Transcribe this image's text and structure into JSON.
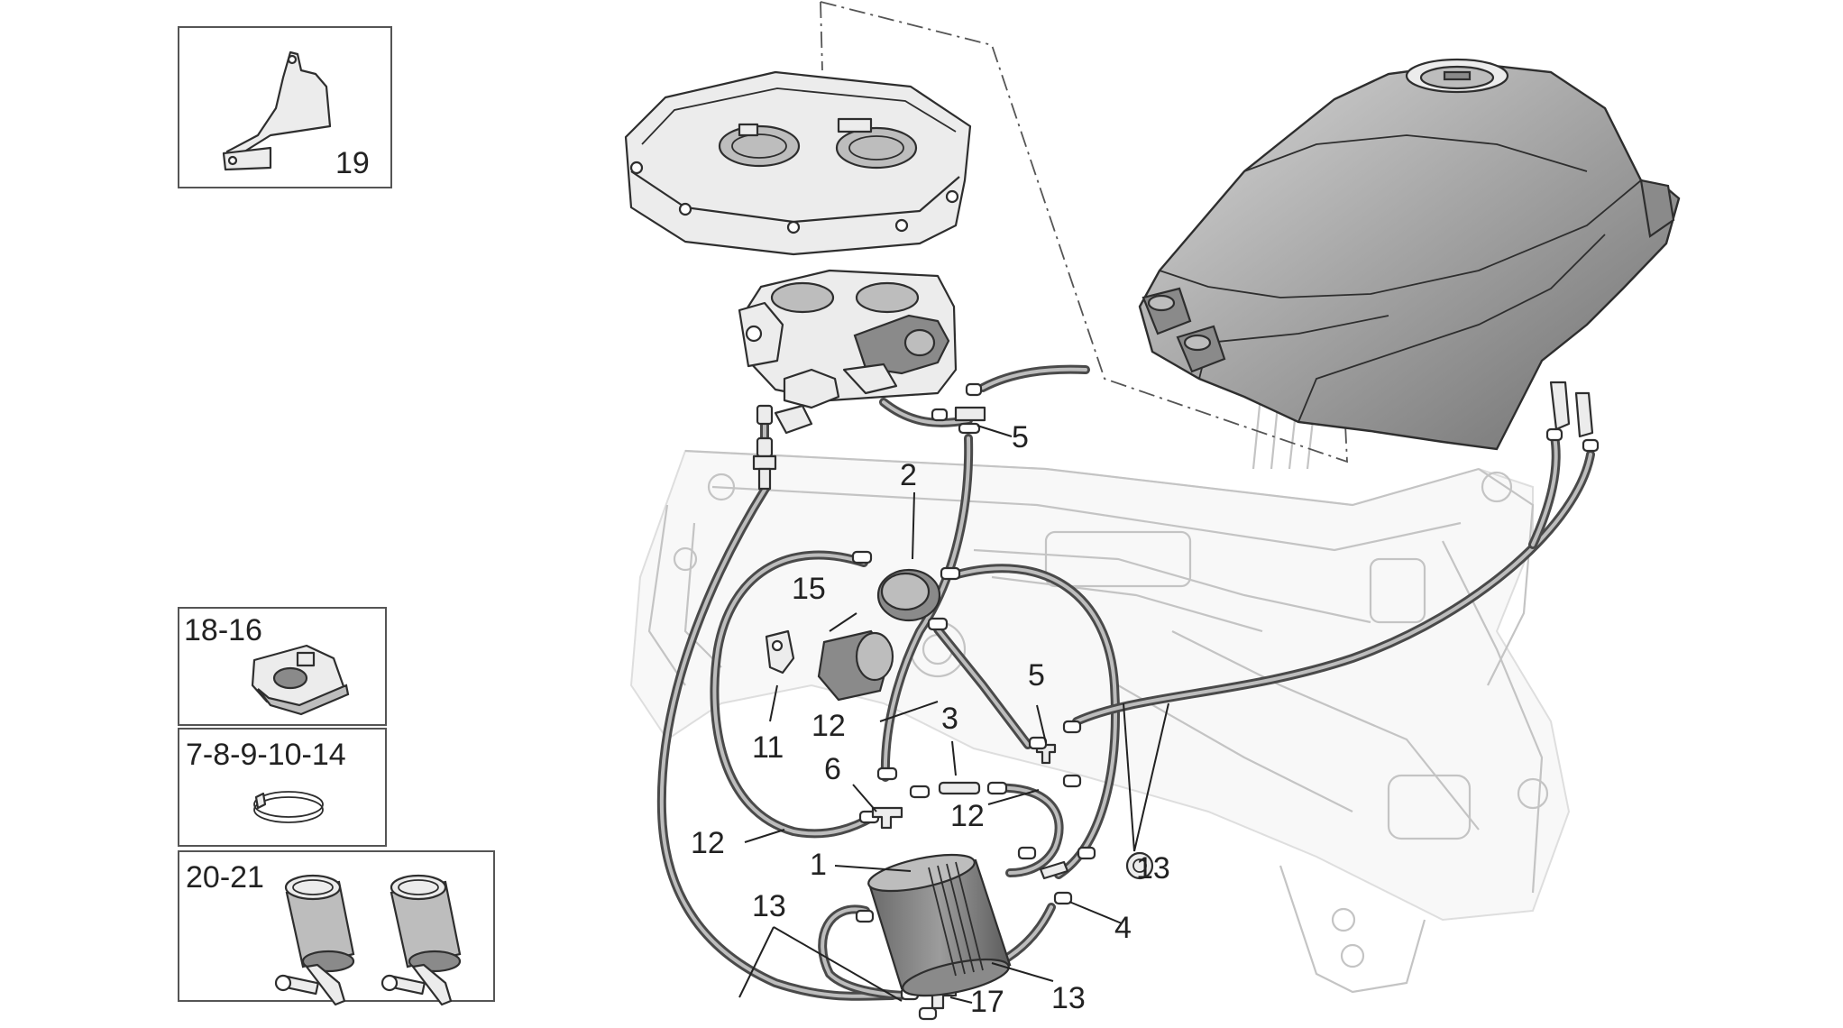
{
  "insets": [
    {
      "label": "19"
    },
    {
      "label": "18-16"
    },
    {
      "label": "7-8-9-10-14"
    },
    {
      "label": "20-21"
    }
  ],
  "callouts": [
    "1",
    "2",
    "3",
    "4",
    "5",
    "5",
    "6",
    "11",
    "12",
    "12",
    "12",
    "13",
    "13",
    "13",
    "15",
    "17"
  ],
  "colors": {
    "hose": "#4a4a4a",
    "frame": "#c4c4c4",
    "tank": "#9a9a9a",
    "ink": "#222222"
  }
}
